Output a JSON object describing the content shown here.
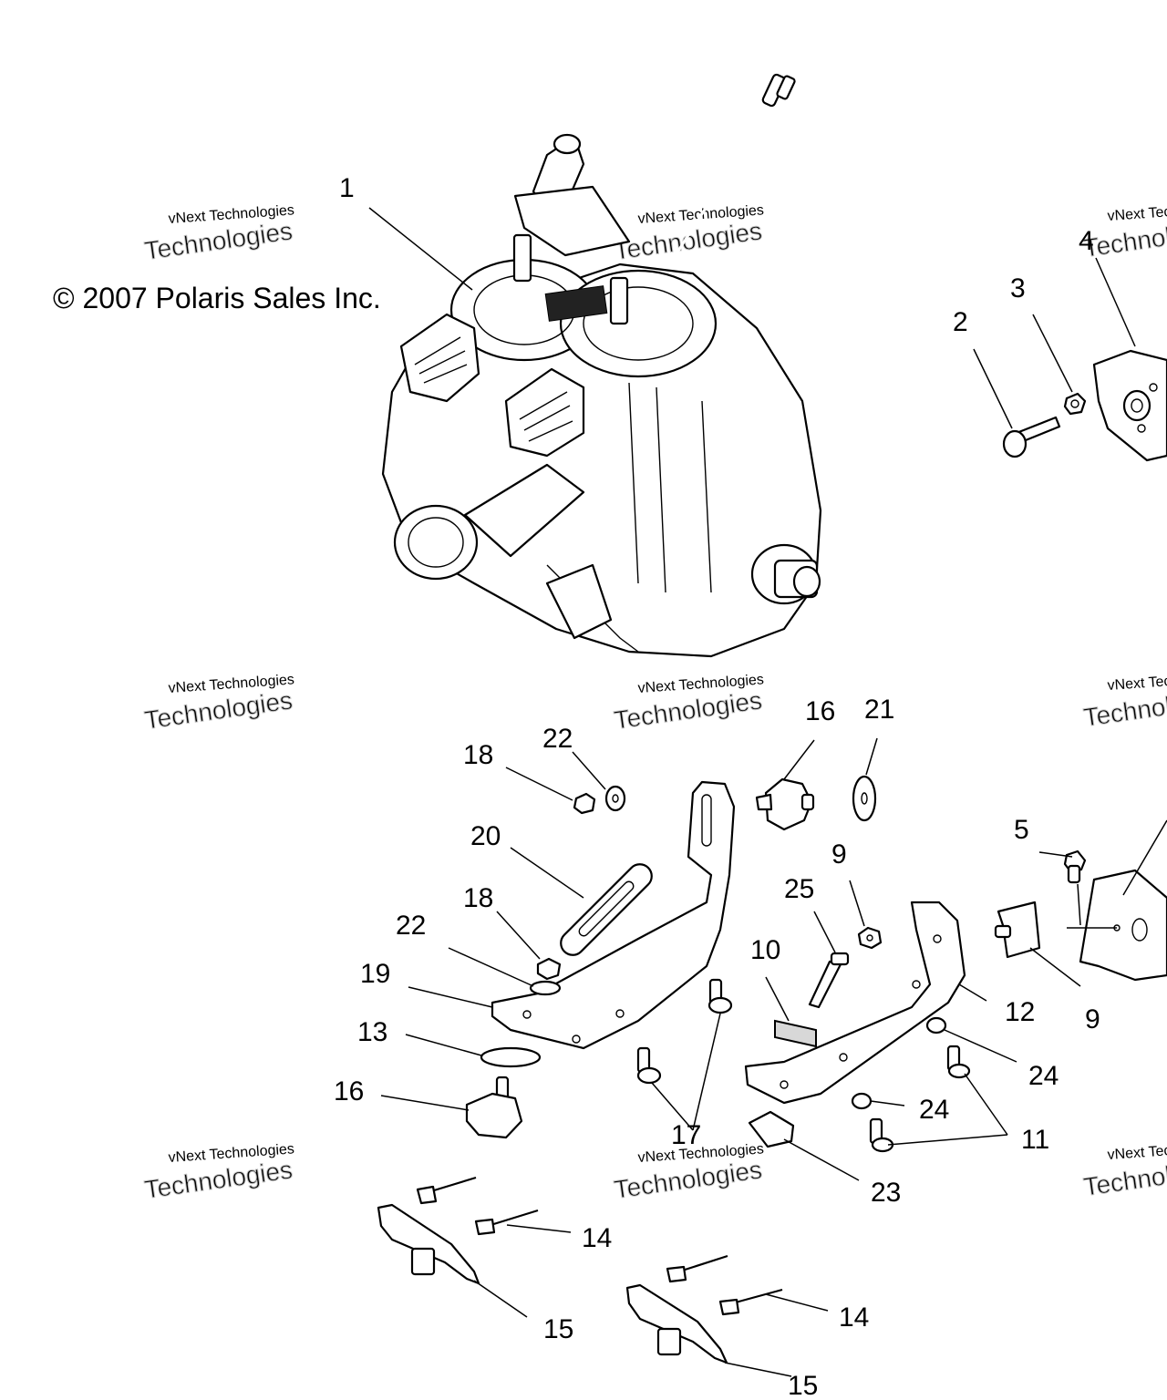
{
  "copyright": "© 2007 Polaris Sales Inc.",
  "watermark": {
    "line1": "vNext Technologies",
    "line2": "Technologies"
  },
  "callouts": [
    {
      "id": "c1",
      "label": "1"
    },
    {
      "id": "c2",
      "label": "2"
    },
    {
      "id": "c3",
      "label": "3"
    },
    {
      "id": "c4",
      "label": "4"
    },
    {
      "id": "c5",
      "label": "5"
    },
    {
      "id": "c9a",
      "label": "9"
    },
    {
      "id": "c9b",
      "label": "9"
    },
    {
      "id": "c10",
      "label": "10"
    },
    {
      "id": "c11",
      "label": "11"
    },
    {
      "id": "c12",
      "label": "12"
    },
    {
      "id": "c13",
      "label": "13"
    },
    {
      "id": "c14a",
      "label": "14"
    },
    {
      "id": "c14b",
      "label": "14"
    },
    {
      "id": "c15a",
      "label": "15"
    },
    {
      "id": "c15b",
      "label": "15"
    },
    {
      "id": "c16a",
      "label": "16"
    },
    {
      "id": "c16b",
      "label": "16"
    },
    {
      "id": "c17",
      "label": "17"
    },
    {
      "id": "c18a",
      "label": "18"
    },
    {
      "id": "c18b",
      "label": "18"
    },
    {
      "id": "c19",
      "label": "19"
    },
    {
      "id": "c20",
      "label": "20"
    },
    {
      "id": "c21",
      "label": "21"
    },
    {
      "id": "c22a",
      "label": "22"
    },
    {
      "id": "c22b",
      "label": "22"
    },
    {
      "id": "c23",
      "label": "23"
    },
    {
      "id": "c24a",
      "label": "24"
    },
    {
      "id": "c24b",
      "label": "24"
    },
    {
      "id": "c25",
      "label": "25"
    }
  ]
}
